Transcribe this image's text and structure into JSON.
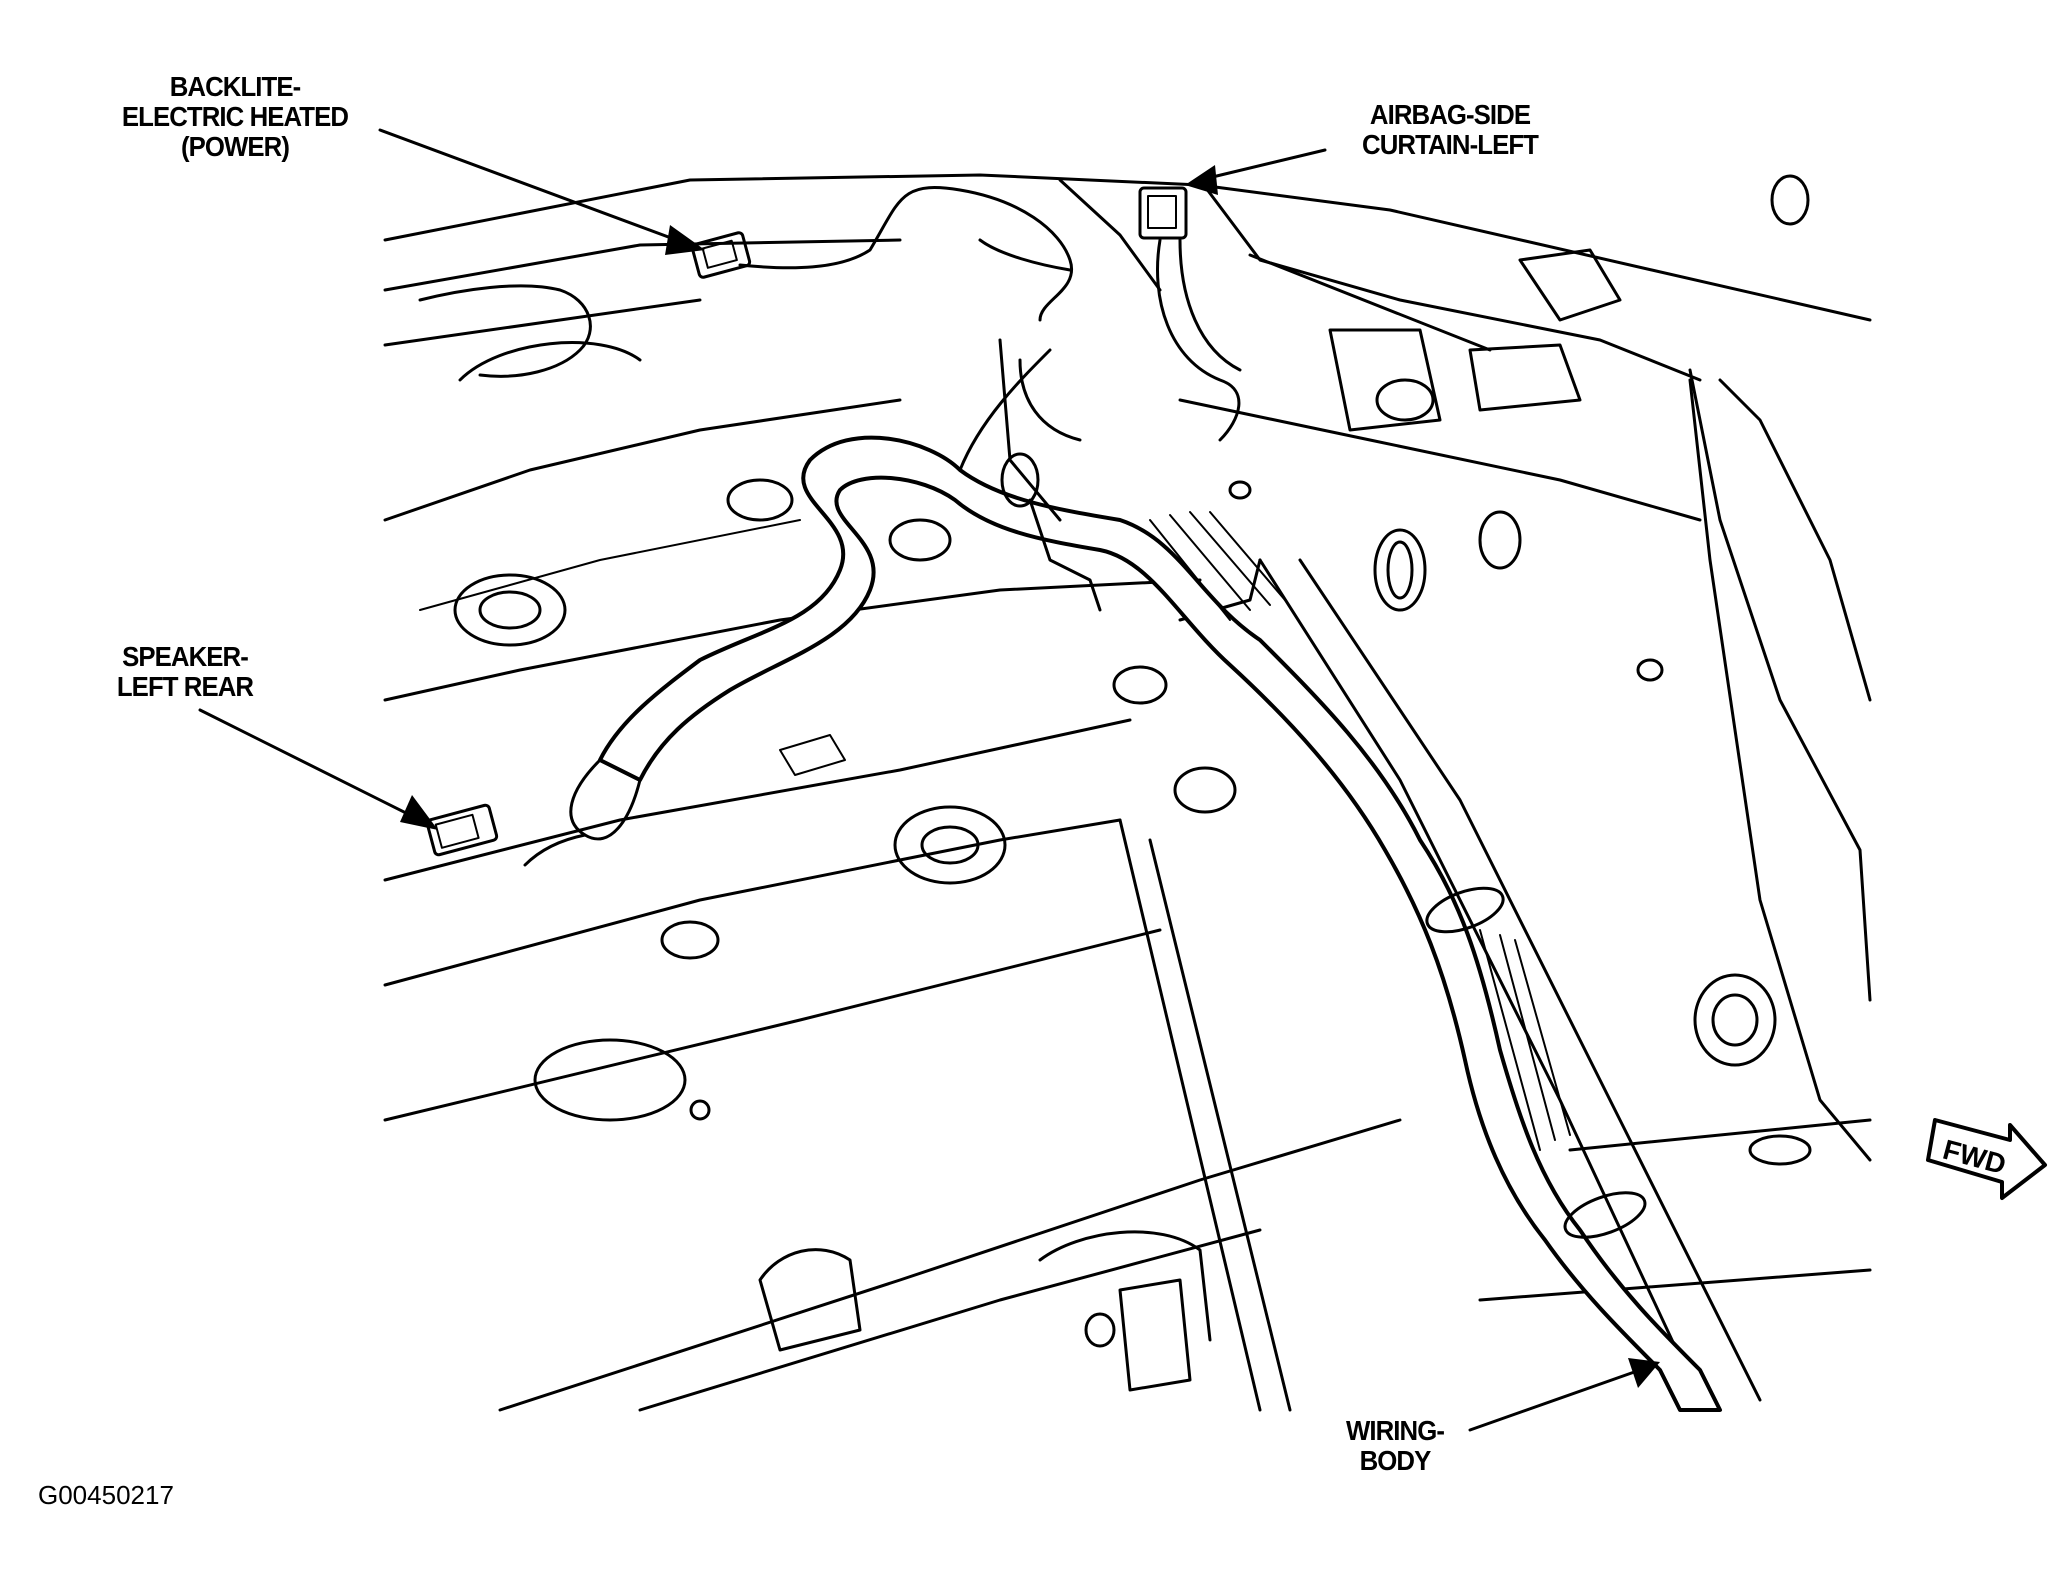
{
  "callouts": {
    "backlite": [
      "BACKLITE-",
      "ELECTRIC HEATED",
      "(POWER)"
    ],
    "airbag": [
      "AIRBAG-SIDE",
      "CURTAIN-LEFT"
    ],
    "speaker": [
      "SPEAKER-",
      "LEFT REAR"
    ],
    "wiring": [
      "WIRING-",
      "BODY"
    ]
  },
  "direction_marker": "FWD",
  "figure_id": "G00450217"
}
